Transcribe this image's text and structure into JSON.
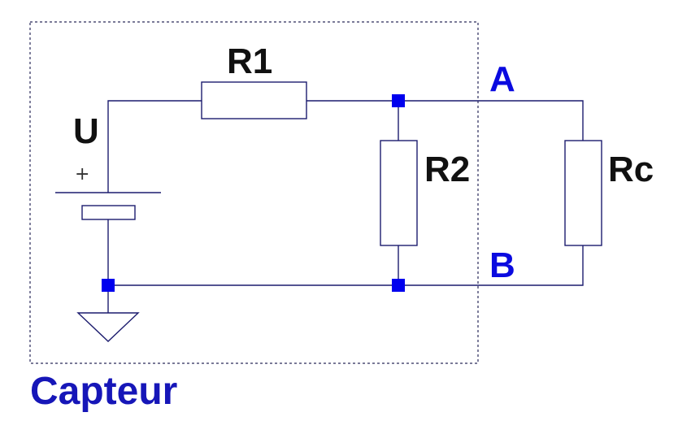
{
  "colors": {
    "wire": "#1c1c6e",
    "node": "#0000ee",
    "node_label": "#0a0ae0",
    "box_label": "#1616b8",
    "component_label": "#111111"
  },
  "labels": {
    "r1": "R1",
    "r2": "R2",
    "rc": "Rc",
    "source": "U",
    "plus": "+",
    "node_a": "A",
    "node_b": "B",
    "box": "Capteur"
  }
}
